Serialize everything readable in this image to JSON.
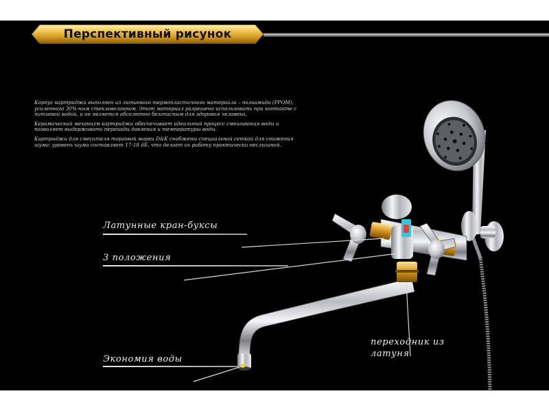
{
  "header": {
    "title": "Перспективный рисунок"
  },
  "description": {
    "paragraphs": [
      "Корпус картриджа выполнен из литиевого термопластичного материала – полиамида (PPOM), усиленного 30%-ным стекловолокном. Этот материал разрешено использовать при контакте с питьевой водой, и он является абсолютно безопасным для здоровья человека.",
      "Керамический механизм картриджа обеспечивает идеальный процесс смешивания воды и позволяет выдерживать перепады давления и температуры воды.",
      "Картриджи для смесителя торговой марки D&K снабжены специальной сеткой для снижения шума: уровень шума составляет 17-18 дБ, что делает их работу практически неслышной."
    ]
  },
  "callouts": {
    "brass_cartridges": "Латунные кран-буксы",
    "three_positions": "3 положения",
    "water_saving": "Экономия воды",
    "brass_adapter_line1": "переходник из",
    "brass_adapter_line2": "латуня"
  },
  "colors": {
    "background": "#000000",
    "title_gold": "#e7b43a",
    "chrome": "#c9ccd0",
    "brass": "#d89a22",
    "cartridge_cyan": "#36c7d6"
  }
}
